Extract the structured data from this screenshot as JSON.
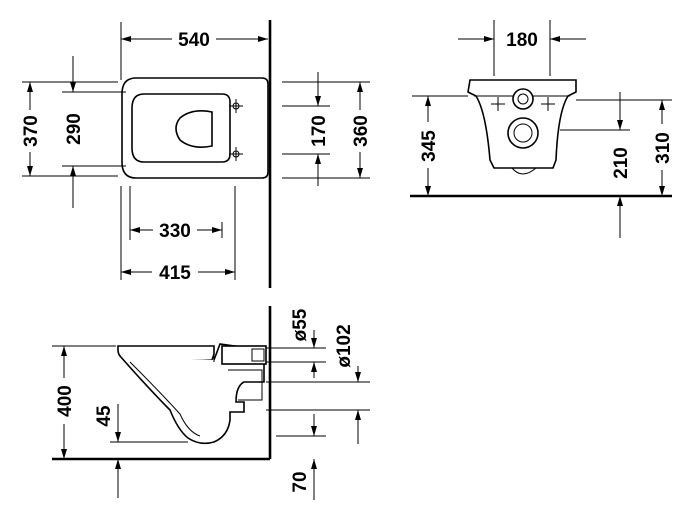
{
  "drawing": {
    "top_view": {
      "length_total": "540",
      "width_total": "370",
      "width_inner": "290",
      "bolt_spacing": "170",
      "wall_plate_width": "360",
      "seat_length": "330",
      "bowl_length": "415"
    },
    "front_view": {
      "width": "180",
      "height_rim": "345",
      "height_bolt": "210",
      "height_outlet": "310"
    },
    "side_view": {
      "height_total": "400",
      "height_outlet": "45",
      "diameter_inlet": "ø55",
      "diameter_outlet": "ø102",
      "floor_offset": "70"
    }
  }
}
